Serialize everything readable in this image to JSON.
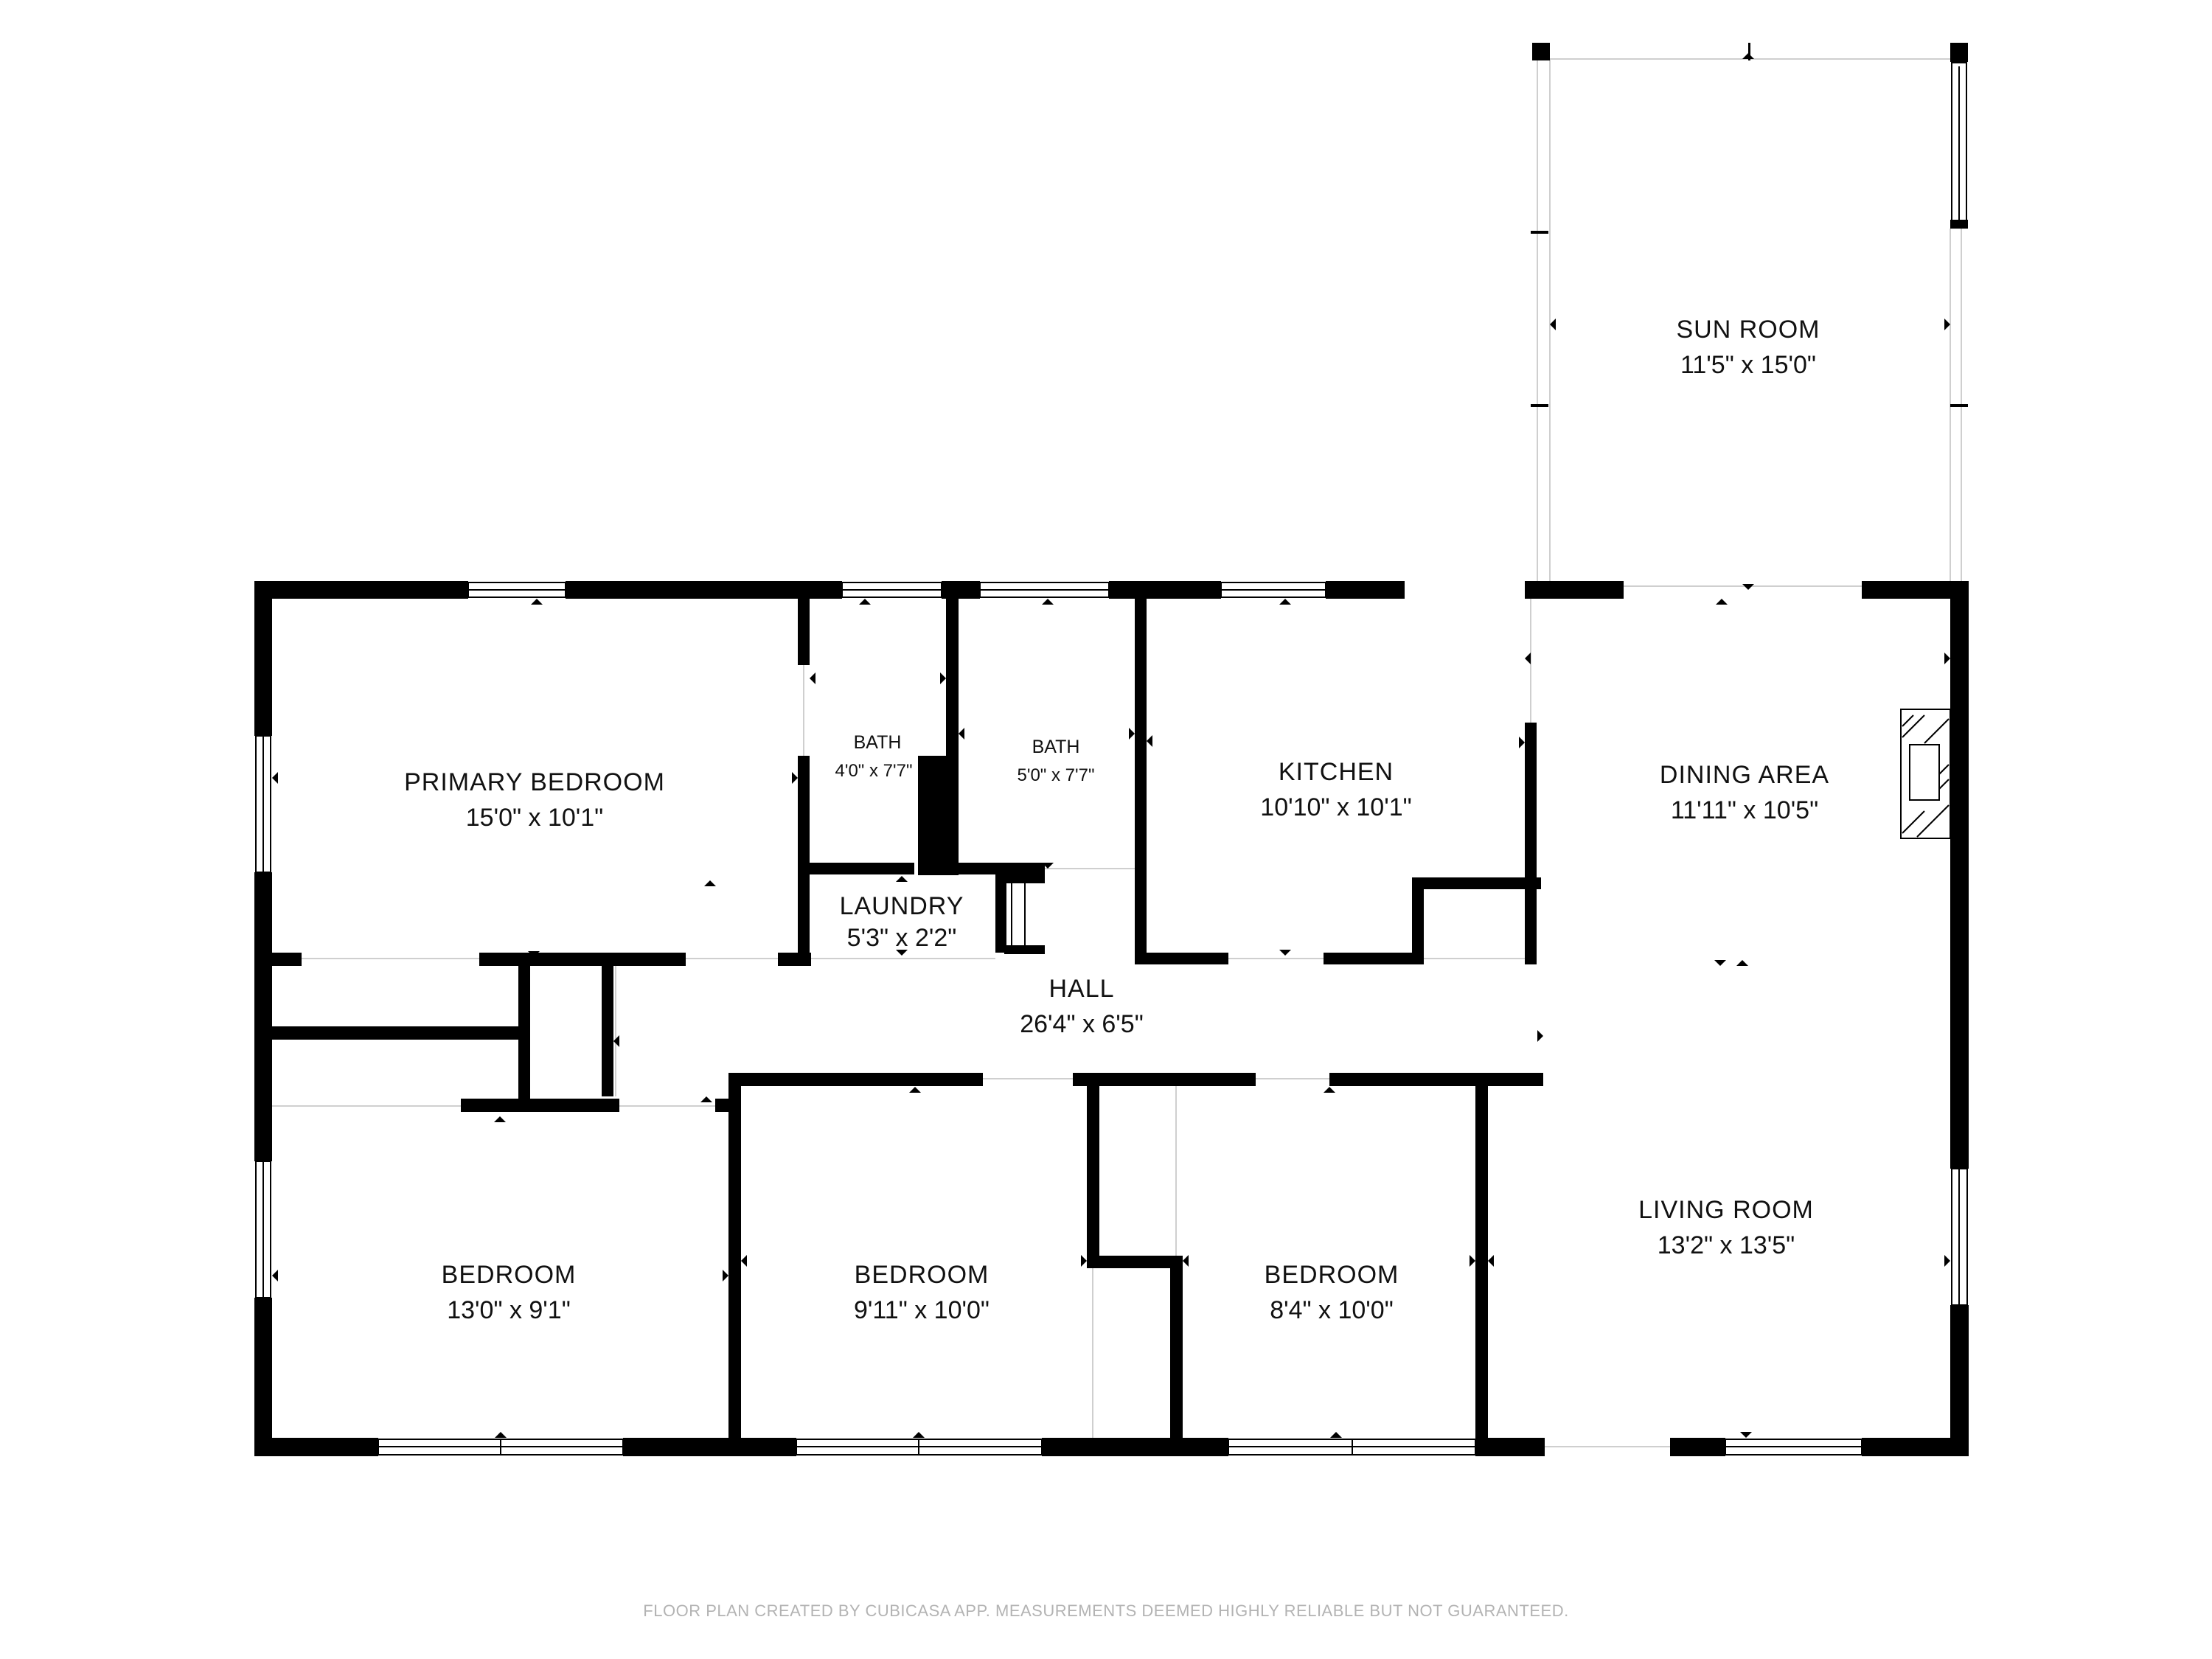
{
  "rooms": {
    "sun_room": {
      "name": "SUN ROOM",
      "dims": "11'5\" x 15'0\""
    },
    "primary_bedroom": {
      "name": "PRIMARY BEDROOM",
      "dims": "15'0\" x 10'1\""
    },
    "bath_1": {
      "name": "BATH",
      "dims": "4'0\" x 7'7\""
    },
    "bath_2": {
      "name": "BATH",
      "dims": "5'0\" x 7'7\""
    },
    "kitchen": {
      "name": "KITCHEN",
      "dims": "10'10\" x 10'1\""
    },
    "dining_area": {
      "name": "DINING AREA",
      "dims": "11'11\" x 10'5\""
    },
    "laundry": {
      "name": "LAUNDRY",
      "dims": "5'3\" x 2'2\""
    },
    "hall": {
      "name": "HALL",
      "dims": "26'4\" x 6'5\""
    },
    "bedroom_1": {
      "name": "BEDROOM",
      "dims": "13'0\" x 9'1\""
    },
    "bedroom_2": {
      "name": "BEDROOM",
      "dims": "9'11\" x 10'0\""
    },
    "bedroom_3": {
      "name": "BEDROOM",
      "dims": "8'4\" x 10'0\""
    },
    "living_room": {
      "name": "LIVING ROOM",
      "dims": "13'2\" x 13'5\""
    }
  },
  "footer": {
    "text": "FLOOR PLAN CREATED BY CUBICASA APP. MEASUREMENTS DEEMED HIGHLY RELIABLE BUT NOT GUARANTEED."
  }
}
